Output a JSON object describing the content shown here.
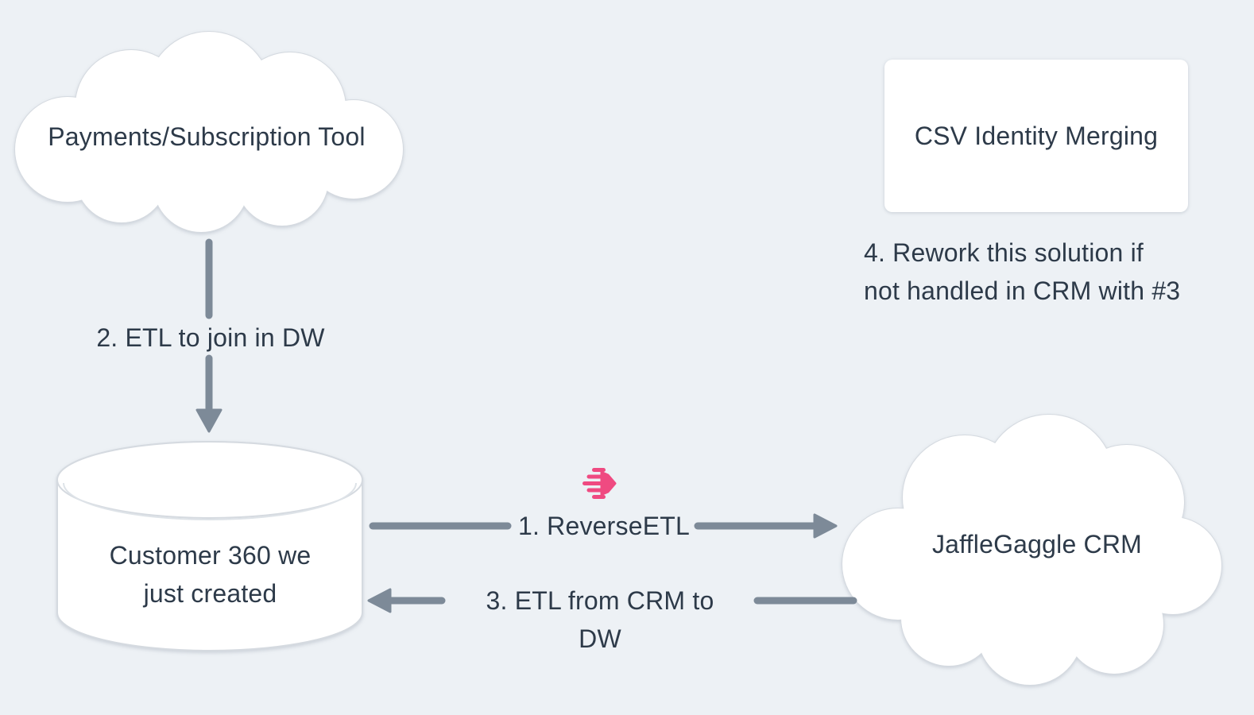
{
  "colors": {
    "background": "#edf1f5",
    "text": "#2d3a49",
    "arrow": "#7d8a98",
    "shape_fill": "#ffffff",
    "shape_outline": "#d5dae0",
    "accent_pink": "#ef4a81"
  },
  "diagram": {
    "nodes": {
      "payments_cloud": {
        "shape": "cloud",
        "label": "Payments/Subscription Tool"
      },
      "csv_card": {
        "shape": "rounded-rectangle",
        "label": "CSV Identity Merging"
      },
      "customer360_db": {
        "shape": "database-cylinder",
        "label": "Customer 360 we\njust created"
      },
      "crm_cloud": {
        "shape": "cloud",
        "label": "JaffleGaggle CRM"
      }
    },
    "edges": {
      "reverse_etl": {
        "label": "1. ReverseETL",
        "from": "customer360_db",
        "to": "crm_cloud",
        "direction": "right",
        "icon": "census-logo"
      },
      "etl_join": {
        "label": "2. ETL to join in DW",
        "from": "payments_cloud",
        "to": "customer360_db",
        "direction": "down"
      },
      "etl_from_crm": {
        "label": "3. ETL from CRM to DW",
        "from": "crm_cloud",
        "to": "customer360_db",
        "direction": "left"
      }
    },
    "annotations": {
      "rework_note": {
        "text": "4. Rework this solution if\nnot handled in CRM with #3"
      }
    }
  }
}
